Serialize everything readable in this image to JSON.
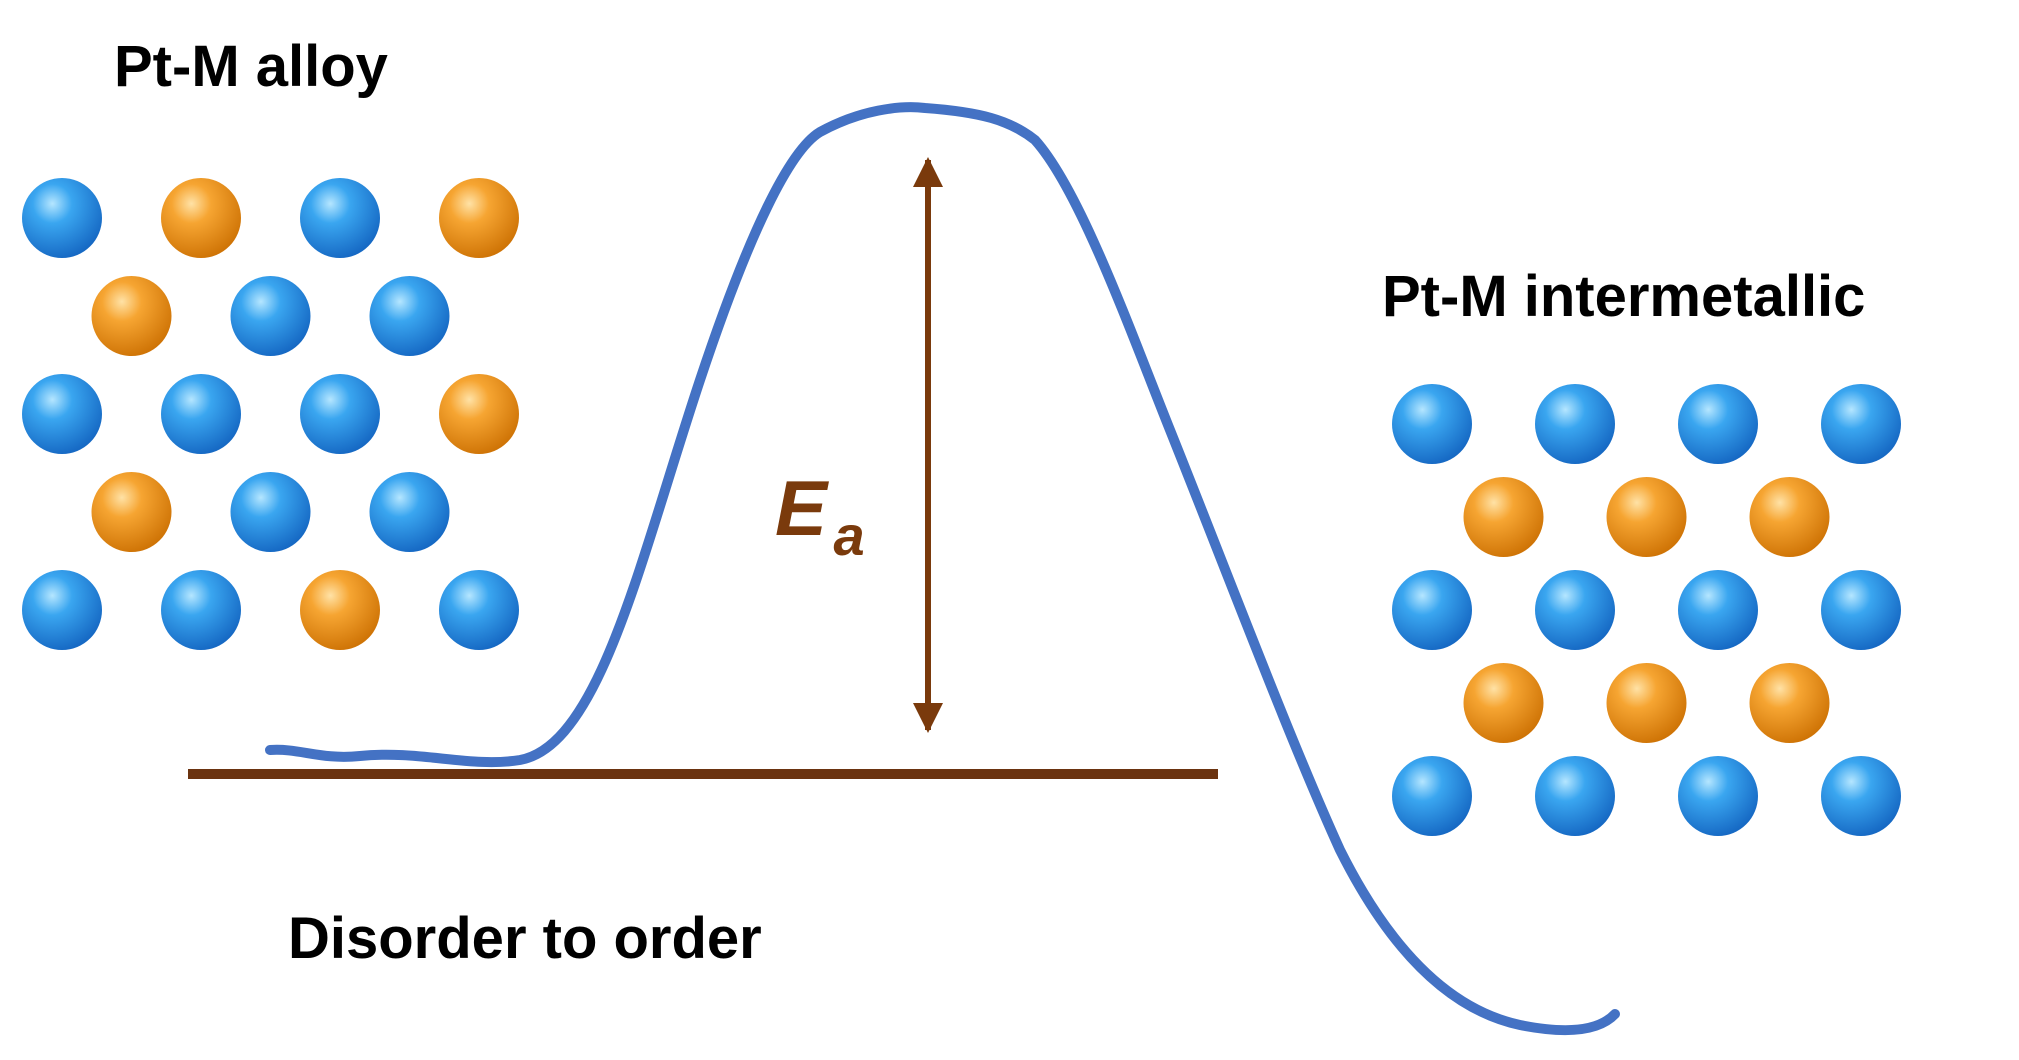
{
  "labels": {
    "alloy": "Pt-M alloy",
    "intermetallic": "Pt-M intermetallic",
    "transition": "Disorder to order",
    "energy_symbol": "E",
    "energy_subscript": "a"
  },
  "colors": {
    "curve": "#4472c4",
    "arrow": "#7a3a0c",
    "baseline": "#6b3310",
    "atom_pt": "#1e8fe0",
    "atom_m": "#f29a1c",
    "text": "#000000"
  },
  "atom_types": {
    "B": "Pt (blue sphere)",
    "O": "M (orange sphere)"
  },
  "alloy_lattice": [
    "BOBO",
    "OBB",
    "BBBO",
    "OBB",
    "BBOB"
  ],
  "intermetallic_lattice": [
    "BBBB",
    "OOO",
    "BBBB",
    "OOO",
    "BBBB"
  ]
}
